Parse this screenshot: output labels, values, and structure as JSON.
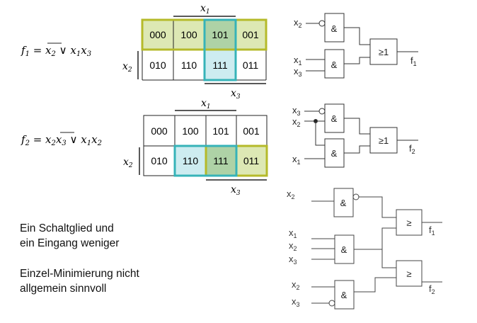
{
  "formulas": {
    "f1": {
      "lhs": "f",
      "sub": "1",
      "eq": " = ",
      "t1": "x",
      "t1sub": "2",
      "or": " ∨ ",
      "t2a": "x",
      "t2asub": "1",
      "t2b": "x",
      "t2bsub": "3"
    },
    "f2": {
      "lhs": "f",
      "sub": "2",
      "eq": " = ",
      "a": "x",
      "asub": "2",
      "b": "x",
      "bsub": "3",
      "or": " ∨ ",
      "c": "x",
      "csub": "1",
      "d": "x",
      "dsub": "2"
    }
  },
  "kmap1": {
    "top_label": "x",
    "top_sub": "1",
    "side_label": "x",
    "side_sub": "2",
    "bottom_label": "x",
    "bottom_sub": "3",
    "row1": [
      "000",
      "100",
      "101",
      "001"
    ],
    "row2": [
      "010",
      "110",
      "111",
      "011"
    ]
  },
  "kmap2": {
    "top_label": "x",
    "top_sub": "1",
    "side_label": "x",
    "side_sub": "2",
    "bottom_label": "x",
    "bottom_sub": "3",
    "row1": [
      "000",
      "100",
      "101",
      "001"
    ],
    "row2": [
      "010",
      "110",
      "111",
      "011"
    ]
  },
  "circuit1": {
    "in_a": "x",
    "in_a_sub": "2",
    "in_b": "x",
    "in_b_sub": "1",
    "in_c": "x",
    "in_c_sub": "3",
    "and_label": "&",
    "or_label": "≥1",
    "out": "f",
    "out_sub": "1"
  },
  "circuit2": {
    "in_a": "x",
    "in_a_sub": "3",
    "in_b": "x",
    "in_b_sub": "2",
    "in_c": "x",
    "in_c_sub": "1",
    "and_label": "&",
    "or_label": "≥1",
    "out": "f",
    "out_sub": "2"
  },
  "circuit3": {
    "in_x2_top": "x",
    "in_x2_top_sub": "2",
    "in_x1": "x",
    "in_x1_sub": "1",
    "in_x2_mid": "x",
    "in_x2_mid_sub": "2",
    "in_x3_mid": "x",
    "in_x3_mid_sub": "3",
    "in_x2_bot": "x",
    "in_x2_bot_sub": "2",
    "in_x3_bot": "x",
    "in_x3_bot_sub": "3",
    "and_label": "&",
    "or_label": "≥",
    "out1": "f",
    "out1_sub": "1",
    "out2": "f",
    "out2_sub": "2"
  },
  "notes": {
    "line1": "Ein Schaltglied und",
    "line2": "ein Eingang weniger",
    "line3": "Einzel-Minimierung nicht",
    "line4": "allgemein sinnvoll"
  },
  "colors": {
    "yellow_fill": "#dde8b4",
    "yellow_border": "#b5ba2a",
    "teal_fill": "#cdecf0",
    "teal_border": "#36b3b8",
    "overlap_fill": "#aed2a6",
    "gate_line": "#333333",
    "wire": "#333333"
  }
}
